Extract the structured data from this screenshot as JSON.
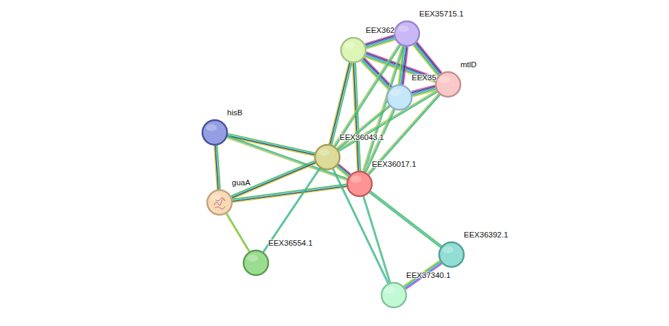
{
  "diagram": {
    "nodes": [
      {
        "text": [
          "EEX35715.1"
        ]
      },
      {
        "text": [
          "EEX362"
        ]
      },
      {
        "text": [
          "mtlD"
        ]
      },
      {
        "text": [
          "EEX35"
        ]
      },
      {
        "text": [
          "hisB"
        ]
      },
      {
        "text": [
          "EEX36043.1"
        ]
      },
      {
        "text": [
          "EEX36017.1"
        ]
      },
      {
        "text": [
          "guaA"
        ]
      },
      {
        "text": [
          "EEX36554.1"
        ]
      },
      {
        "text": [
          "EEX36392.1"
        ]
      },
      {
        "text": [
          "EEX37340.1"
        ]
      }
    ],
    "edges": [
      {
        "from": 1,
        "to": 0,
        "arrow": "none"
      },
      {
        "from": 1,
        "to": 2,
        "arrow": "none"
      },
      {
        "from": 1,
        "to": 3,
        "arrow": "none"
      },
      {
        "from": 0,
        "to": 2,
        "arrow": "none"
      },
      {
        "from": 0,
        "to": 3,
        "arrow": "none"
      },
      {
        "from": 3,
        "to": 2,
        "arrow": "none"
      },
      {
        "from": 1,
        "to": 5,
        "arrow": "none"
      },
      {
        "from": 1,
        "to": 6,
        "arrow": "none"
      },
      {
        "from": 0,
        "to": 5,
        "arrow": "none"
      },
      {
        "from": 0,
        "to": 6,
        "arrow": "none"
      },
      {
        "from": 2,
        "to": 5,
        "arrow": "none"
      },
      {
        "from": 2,
        "to": 6,
        "arrow": "none"
      },
      {
        "from": 3,
        "to": 5,
        "arrow": "none"
      },
      {
        "from": 3,
        "to": 6,
        "arrow": "none"
      },
      {
        "from": 4,
        "to": 5,
        "arrow": "none"
      },
      {
        "from": 4,
        "to": 6,
        "arrow": "none"
      },
      {
        "from": 4,
        "to": 7,
        "arrow": "none"
      },
      {
        "from": 7,
        "to": 5,
        "arrow": "none"
      },
      {
        "from": 7,
        "to": 6,
        "arrow": "none"
      },
      {
        "from": 7,
        "to": 8,
        "arrow": "none"
      },
      {
        "from": 5,
        "to": 6,
        "arrow": "none"
      },
      {
        "from": 5,
        "to": 8,
        "arrow": "none"
      },
      {
        "from": 5,
        "to": 10,
        "arrow": "none"
      },
      {
        "from": 6,
        "to": 9,
        "arrow": "none"
      },
      {
        "from": 6,
        "to": 10,
        "arrow": "none"
      },
      {
        "from": 9,
        "to": 10,
        "arrow": "none"
      }
    ]
  }
}
